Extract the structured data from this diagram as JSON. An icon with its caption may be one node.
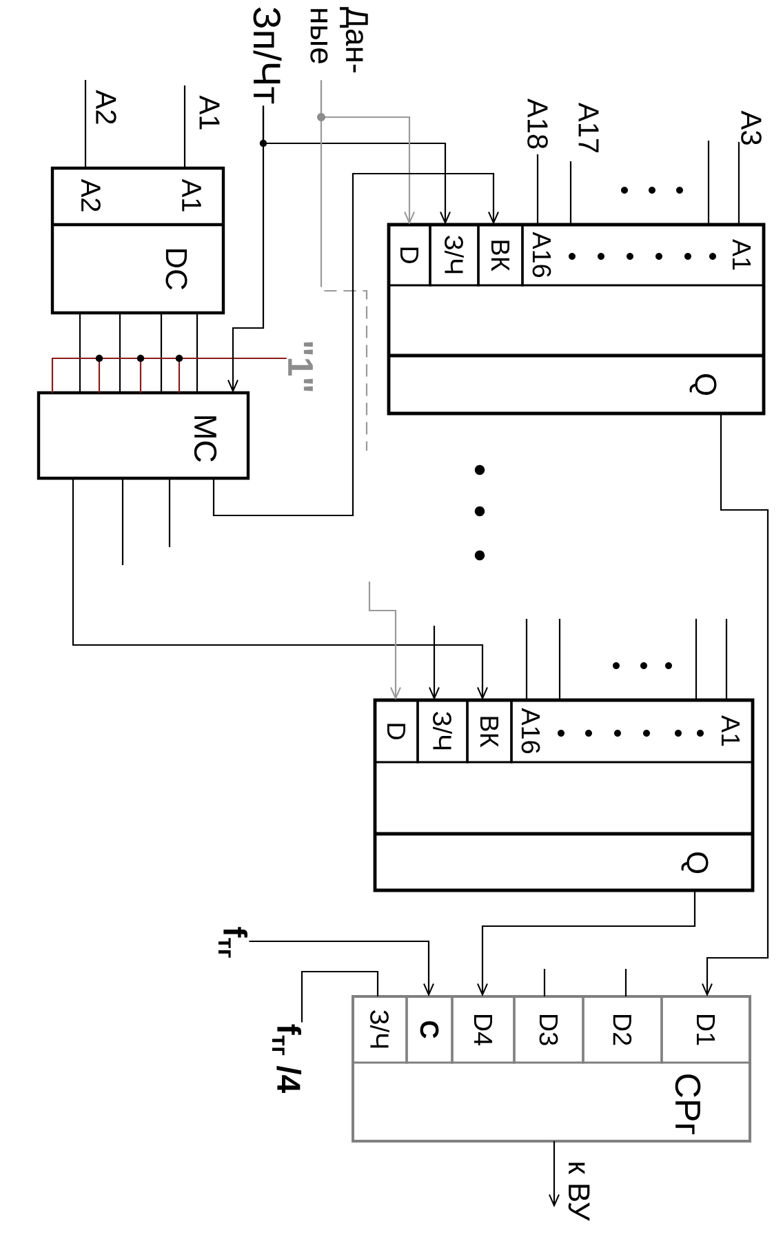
{
  "diagram": {
    "nodes": [
      {
        "text": [
          "Зп/Чт"
        ]
      },
      {
        "text": [
          "Дан- ные"
        ]
      },
      {
        "text": [
          "A2",
          "A1",
          "DC"
        ]
      },
      {
        "text": [
          "MC"
        ]
      },
      {
        "text": [
          "\"1\""
        ]
      },
      {
        "text": [
          "Q"
        ]
      },
      {
        "text": [
          "D"
        ],
        "in": 5
      },
      {
        "text": [
          "З/Ч"
        ],
        "in": 5
      },
      {
        "text": [
          "ВК"
        ],
        "in": 5
      },
      {
        "text": [
          "A16",
          "A1"
        ],
        "in": 5
      },
      {
        "text": [
          "Q"
        ]
      },
      {
        "text": [
          "D"
        ],
        "in": 10
      },
      {
        "text": [
          "З/Ч"
        ],
        "in": 10
      },
      {
        "text": [
          "ВК"
        ],
        "in": 10
      },
      {
        "text": [
          "A16",
          "A1"
        ],
        "in": 10
      },
      {
        "text": [
          "f$_{тг}$"
        ]
      },
      {
        "text": [
          "f$_{тг}$ /4"
        ]
      },
      {
        "text": [
          "СРг"
        ]
      },
      {
        "text": [
          "З/Ч"
        ],
        "in": 17
      },
      {
        "text": [
          "C"
        ],
        "in": 17
      },
      {
        "text": [
          "D4"
        ],
        "in": 17
      },
      {
        "text": [
          "D3"
        ],
        "in": 17
      },
      {
        "text": [
          "D2"
        ],
        "in": 17
      },
      {
        "text": [
          "D1"
        ],
        "in": 17
      }
    ],
    "edges": [
      {
        "from": null,
        "to": 2,
        "arrow": "none",
        "label": "A2"
      },
      {
        "from": null,
        "to": 2,
        "arrow": "none",
        "label": "A1"
      },
      {
        "from": 2,
        "to": 3,
        "arrow": "none"
      },
      {
        "from": 2,
        "to": 3,
        "arrow": "none"
      },
      {
        "from": 2,
        "to": 3,
        "arrow": "none"
      },
      {
        "from": 2,
        "to": 3,
        "arrow": "none"
      },
      {
        "from": 4,
        "to": 3,
        "arrow": "none",
        "color": "#8b1c1c"
      },
      {
        "from": 0,
        "to": 3,
        "arrow": "to"
      },
      {
        "from": 0,
        "to": 7,
        "arrow": "to"
      },
      {
        "from": 1,
        "to": 6,
        "arrow": "to",
        "color": "#999999"
      },
      {
        "from": 1,
        "to": null,
        "arrow": "none",
        "style": "dashed",
        "color": "#999999"
      },
      {
        "from": 3,
        "to": 8,
        "arrow": "to"
      },
      {
        "from": 3,
        "to": null,
        "arrow": "none"
      },
      {
        "from": 3,
        "to": null,
        "arrow": "none"
      },
      {
        "from": 3,
        "to": 13,
        "arrow": "to"
      },
      {
        "from": null,
        "to": 9,
        "arrow": "none",
        "label": "A18"
      },
      {
        "from": null,
        "to": 9,
        "arrow": "none",
        "label": "A17"
      },
      {
        "from": null,
        "to": 9,
        "arrow": "none"
      },
      {
        "from": null,
        "to": 9,
        "arrow": "none",
        "label": "A3"
      },
      {
        "from": null,
        "to": 14,
        "arrow": "none"
      },
      {
        "from": null,
        "to": 14,
        "arrow": "none"
      },
      {
        "from": null,
        "to": 14,
        "arrow": "none"
      },
      {
        "from": null,
        "to": 14,
        "arrow": "none"
      },
      {
        "from": null,
        "to": 11,
        "arrow": "to",
        "color": "#999999"
      },
      {
        "from": null,
        "to": 12,
        "arrow": "to"
      },
      {
        "from": 5,
        "to": 23,
        "arrow": "to"
      },
      {
        "from": 10,
        "to": 20,
        "arrow": "to"
      },
      {
        "from": null,
        "to": 21,
        "arrow": "none"
      },
      {
        "from": null,
        "to": 22,
        "arrow": "none"
      },
      {
        "from": 15,
        "to": 19,
        "arrow": "to"
      },
      {
        "from": 16,
        "to": 18,
        "arrow": "none"
      },
      {
        "from": 17,
        "to": null,
        "arrow": "to",
        "label": "к ВУ"
      }
    ]
  }
}
